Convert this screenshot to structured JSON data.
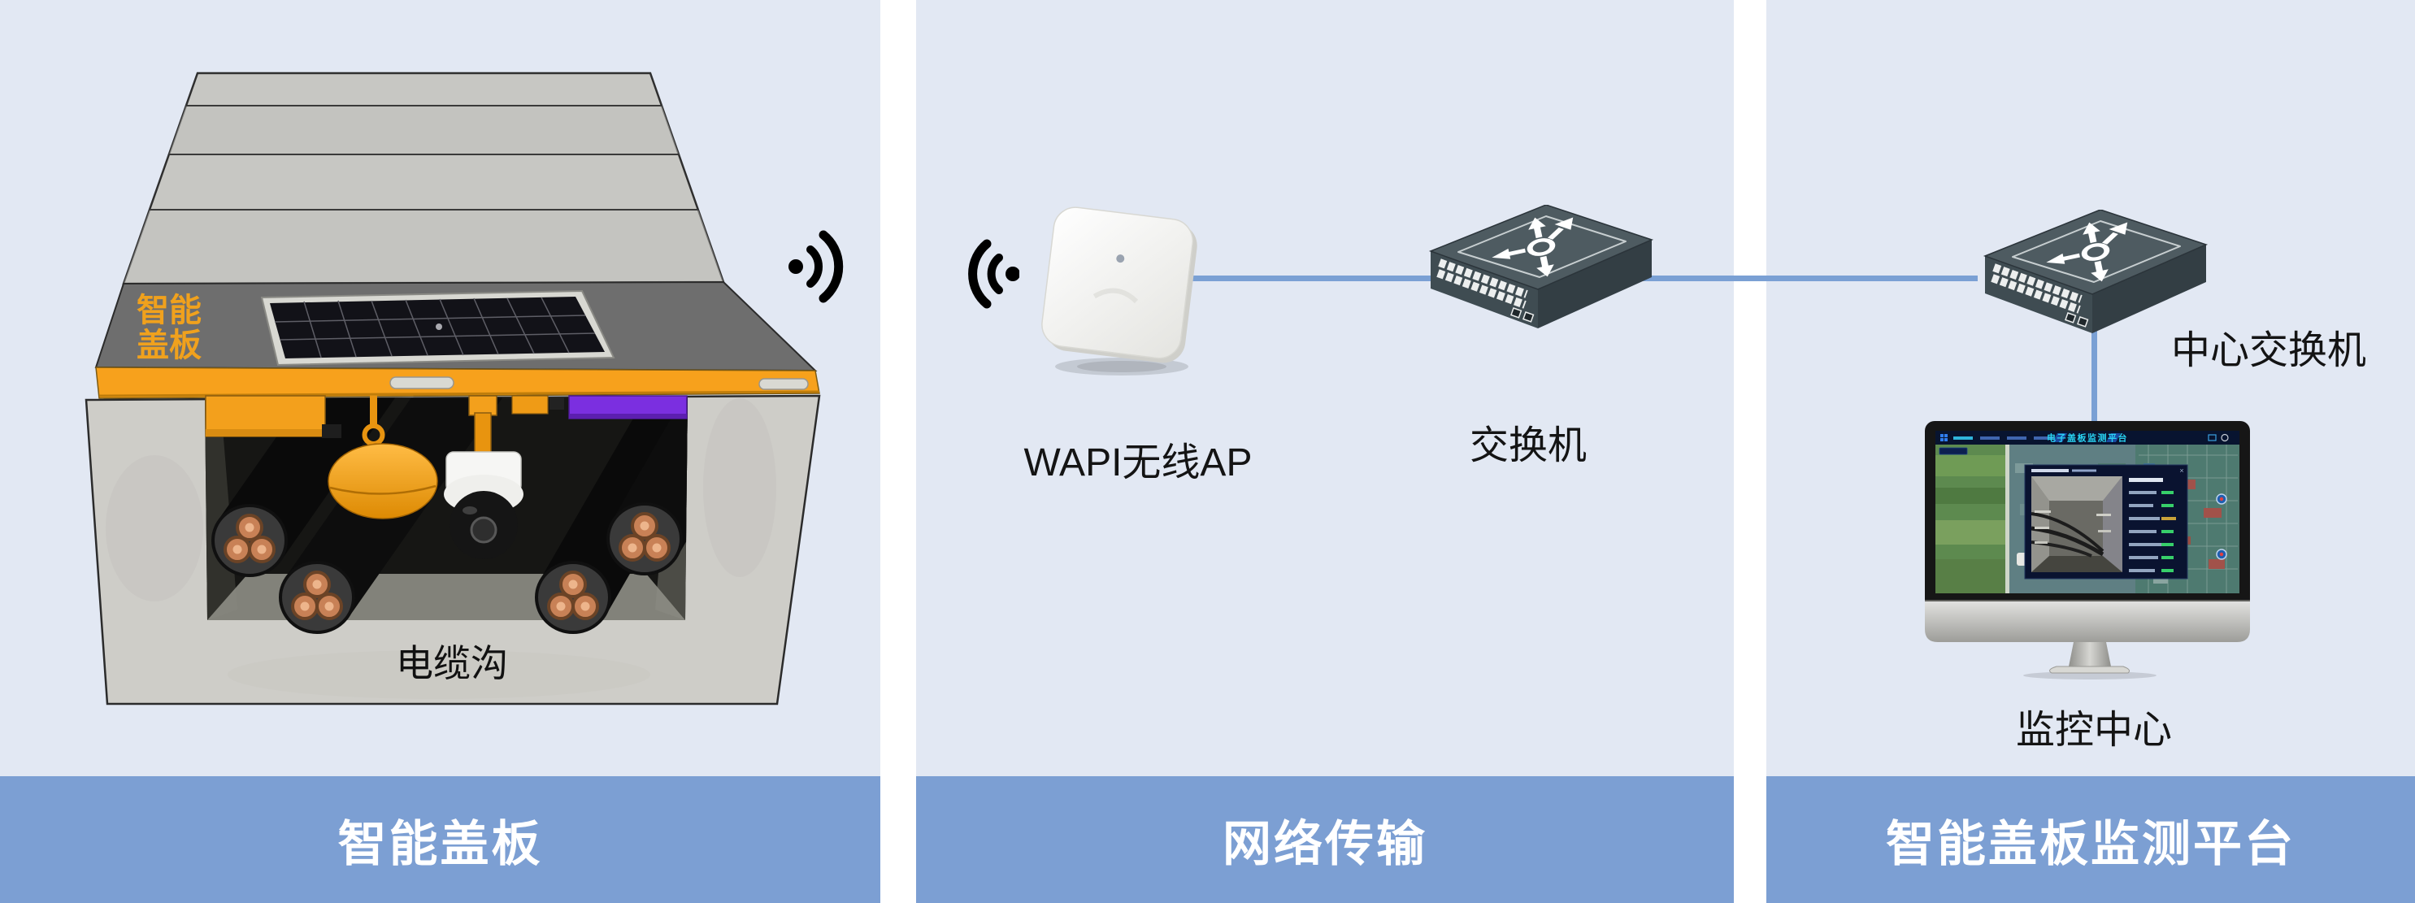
{
  "colors": {
    "background": "#ffffff",
    "panel_background": "#e2e8f3",
    "bar_blue": "#7c9fd3",
    "connector_blue": "#7aa0d4",
    "cover_orange": "#f5a01c",
    "label_orange": "#f0a11d",
    "switch_gray": "#4e5b61",
    "screen_title_cyan": "#29d3f2"
  },
  "icons": {
    "wifi_out": "wifi-signal-emitting-right",
    "wifi_in": "wifi-signal-emitting-left",
    "switch_symbol": "routing-arrows-icon"
  },
  "panels": [
    {
      "id": "smart-cover",
      "title": "智能盖板",
      "illustration": {
        "cover_label_line1": "智能",
        "cover_label_line2": "盖板",
        "trench_label": "电缆沟"
      }
    },
    {
      "id": "network-transmission",
      "title": "网络传输",
      "nodes": [
        {
          "label": "WAPI无线AP"
        },
        {
          "label": "交换机"
        }
      ]
    },
    {
      "id": "monitoring-platform",
      "title": "智能盖板监测平台",
      "nodes": [
        {
          "label": "中心交换机"
        },
        {
          "label": "监控中心"
        }
      ],
      "monitor_screen": {
        "title": "电子盖板监测平台"
      }
    }
  ]
}
